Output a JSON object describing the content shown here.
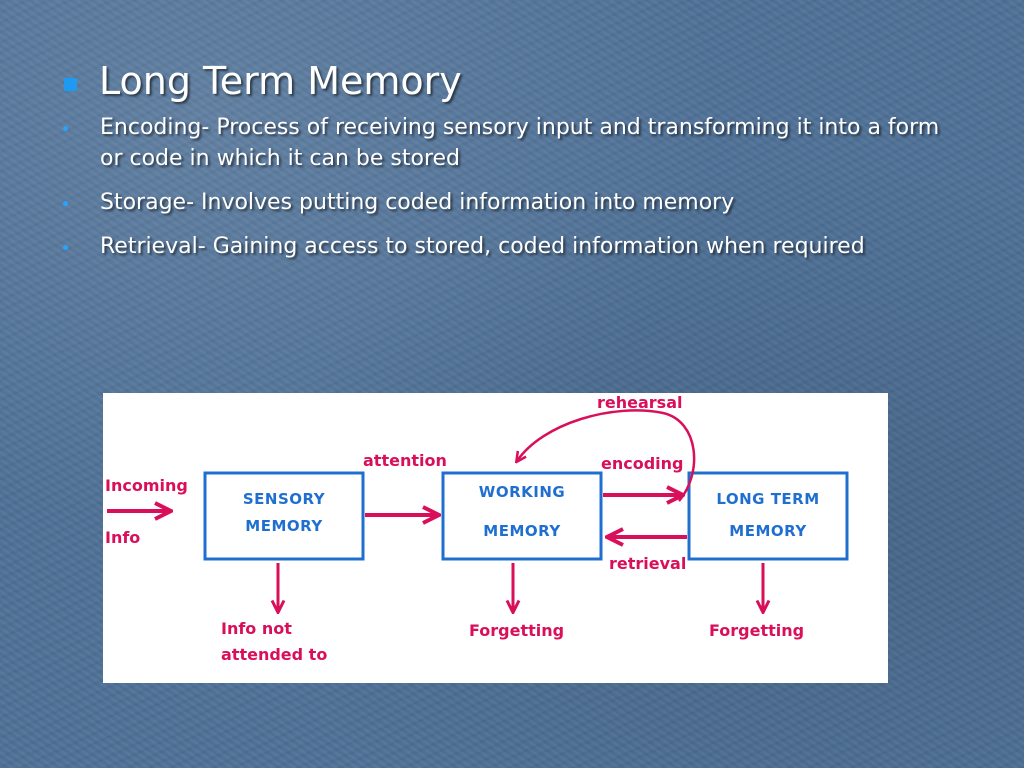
{
  "slide": {
    "title": "Long Term Memory",
    "bullets": [
      {
        "text": "Encoding- Process of receiving sensory input and transforming it into a form or code in which it can be stored"
      },
      {
        "text": "Storage- Involves putting coded information into memory"
      },
      {
        "text": "Retrieval- Gaining access to stored, coded information when required"
      }
    ]
  },
  "diagram": {
    "boxes": [
      {
        "line1": "SENSORY",
        "line2": "MEMORY"
      },
      {
        "line1": "WORKING",
        "line2": "MEMORY"
      },
      {
        "line1": "LONG TERM",
        "line2": "MEMORY"
      }
    ],
    "labels": {
      "incoming": "Incoming",
      "info": "Info",
      "attention": "attention",
      "rehearsal": "rehearsal",
      "encoding": "encoding",
      "retrieval": "retrieval",
      "info_not": "Info not",
      "attended_to": "attended to",
      "forgetting_working": "Forgetting",
      "forgetting_long": "Forgetting"
    },
    "colors": {
      "arrow": "#d90f5a",
      "box_border": "#1f6fd1",
      "box_text": "#1f6fd1"
    }
  }
}
